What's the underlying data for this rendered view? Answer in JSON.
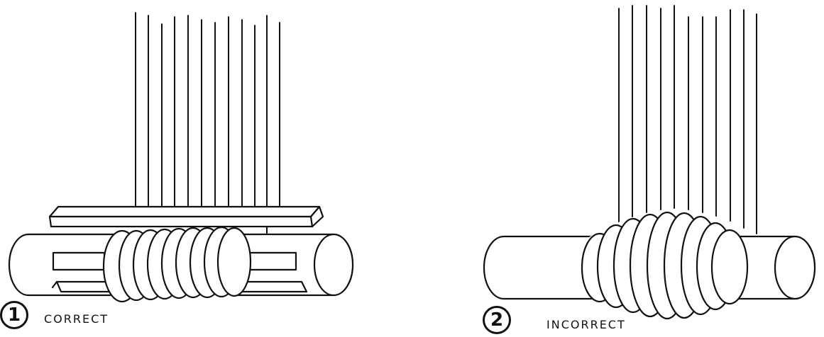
{
  "figures": [
    {
      "number": "1",
      "caption": "CORRECT"
    },
    {
      "number": "2",
      "caption": "INCORRECT"
    }
  ]
}
